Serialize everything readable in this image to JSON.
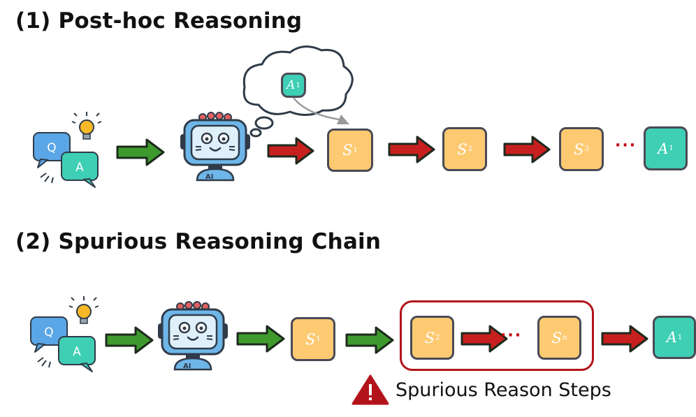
{
  "section1": {
    "title": "(1) Post-hoc Reasoning",
    "thought_label": {
      "letter": "A",
      "sub": "1"
    },
    "steps": [
      {
        "letter": "S",
        "sub": "1"
      },
      {
        "letter": "S",
        "sub": "2"
      },
      {
        "letter": "S",
        "sub": "3"
      }
    ],
    "ellipsis": "···",
    "answer": {
      "letter": "A",
      "sub": "1"
    }
  },
  "section2": {
    "title": "(2) Spurious Reasoning Chain",
    "first_step": {
      "letter": "S",
      "sub": "1"
    },
    "spurious_steps": [
      {
        "letter": "S",
        "sub": "2"
      },
      {
        "letter": "S",
        "sub": "n"
      }
    ],
    "ellipsis": "···",
    "answer": {
      "letter": "A",
      "sub": "1"
    },
    "warning_text": "Spurious Reason Steps"
  },
  "icons": {
    "qa_bubble_q": "Q",
    "qa_bubble_a": "A",
    "robot_badge": "AI"
  },
  "colors": {
    "step_fill": "#fdca72",
    "answer_fill": "#3ecfb4",
    "green_arrow": "#3f9a2e",
    "red_arrow": "#c8201f",
    "warning_red": "#b3141c"
  }
}
